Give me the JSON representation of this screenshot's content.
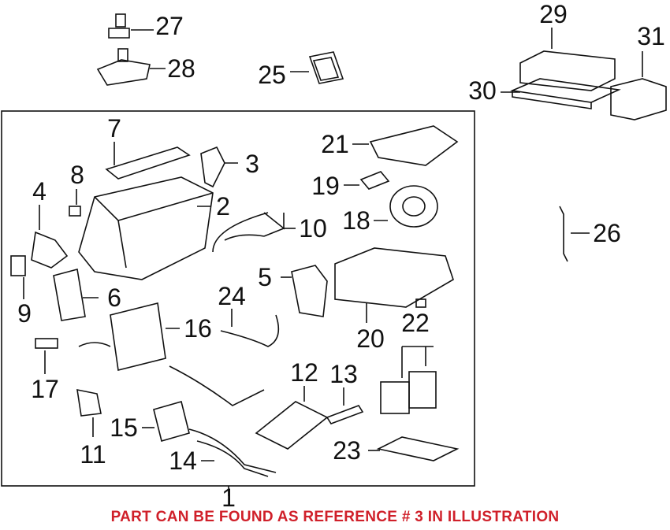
{
  "diagram": {
    "reference_numbers": [
      "1",
      "2",
      "3",
      "4",
      "5",
      "6",
      "7",
      "8",
      "9",
      "10",
      "11",
      "12",
      "13",
      "14",
      "15",
      "16",
      "17",
      "18",
      "19",
      "20",
      "21",
      "22",
      "23",
      "24",
      "25",
      "26",
      "27",
      "28",
      "29",
      "30",
      "31"
    ],
    "caption": "PART CAN BE FOUND AS REFERENCE # 3 IN ILLUSTRATION",
    "caption_color": "#d0202a"
  }
}
